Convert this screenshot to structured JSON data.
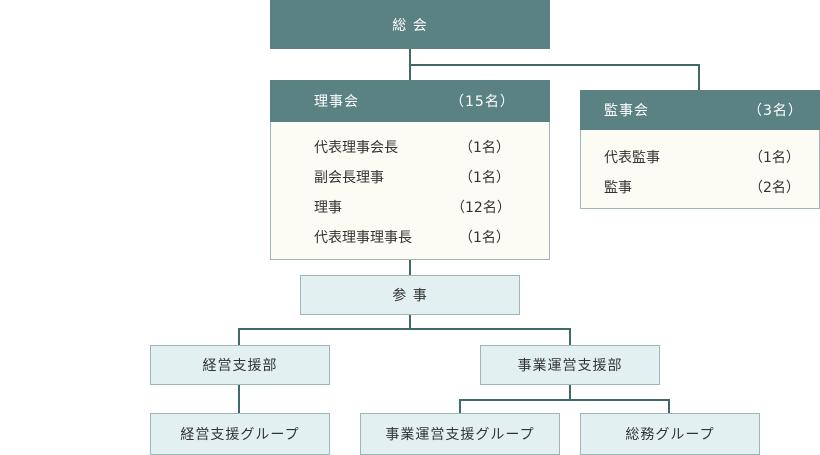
{
  "general_assembly": "総 会",
  "board": {
    "title": "理事会",
    "count": "（15名）",
    "members": [
      {
        "role": "代表理事会長",
        "count": "（1名）"
      },
      {
        "role": "副会長理事",
        "count": "（1名）"
      },
      {
        "role": "理事",
        "count": "（12名）"
      },
      {
        "role": "代表理事理事長",
        "count": "（1名）"
      }
    ]
  },
  "auditors": {
    "title": "監事会",
    "count": "（3名）",
    "members": [
      {
        "role": "代表監事",
        "count": "（1名）"
      },
      {
        "role": "監事",
        "count": "（2名）"
      }
    ]
  },
  "councilor": "参 事",
  "departments": {
    "management_support": "経営支援部",
    "business_operations": "事業運営支援部"
  },
  "groups": {
    "management_support": "経営支援グループ",
    "business_operations": "事業運営支援グループ",
    "general_affairs": "総務グループ"
  },
  "colors": {
    "header_fill": "#5b8282",
    "light_fill": "#e3f0f2",
    "panel_fill": "#fdfcf4",
    "connector": "#3f6a6c"
  }
}
